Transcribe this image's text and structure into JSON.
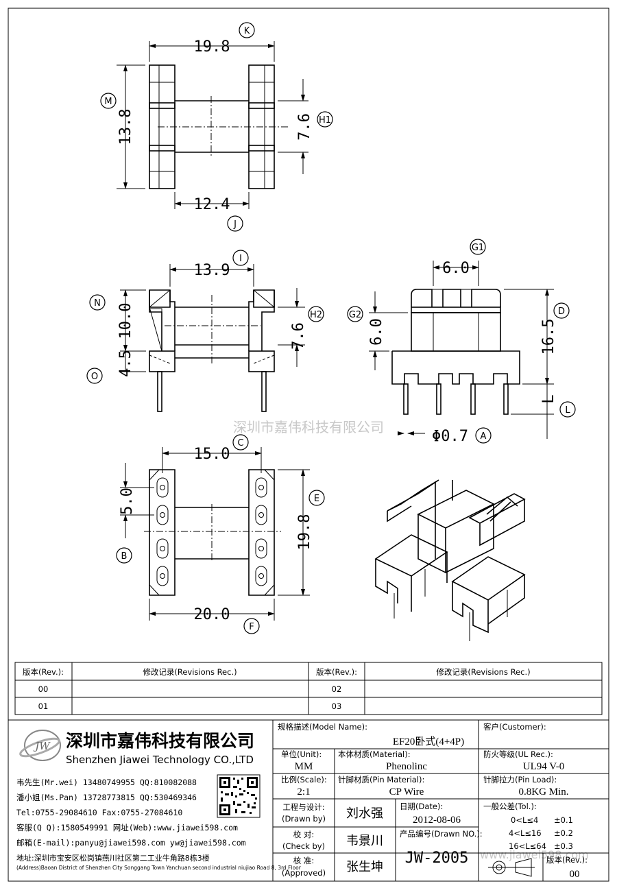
{
  "dimensions": {
    "top_width": "19.8",
    "top_height": "13.8",
    "top_slot": "7.6",
    "top_gap": "12.4",
    "front_width": "13.9",
    "front_upper": "10.0",
    "front_lower": "4.5",
    "front_slot": "7.6",
    "side_width": "6.0",
    "side_height": "6.0",
    "side_total": "16.5",
    "side_pin_len": "L",
    "pin_dia": "Φ0.7",
    "bottom_width": "15.0",
    "bottom_pitch": "5.0",
    "bottom_height": "19.8",
    "bottom_total": "20.0"
  },
  "tags": {
    "K": "K",
    "M": "M",
    "H1": "H1",
    "J": "J",
    "I": "I",
    "N": "N",
    "H2": "H2",
    "O": "O",
    "G1": "G1",
    "G2": "G2",
    "D": "D",
    "L": "L",
    "A": "A",
    "C": "C",
    "E": "E",
    "B": "B",
    "F": "F"
  },
  "watermark": {
    "center": "深圳市嘉伟科技有限公司",
    "corner": "www.jiawei598.com"
  },
  "revisions": {
    "col_rev": "版本(Rev.):",
    "col_rec": "修改记录(Revisions Rec.)",
    "col_rev2": "版本(Rev.):",
    "col_rec2": "修改记录(Revisions Rec.)",
    "rows": [
      {
        "left": "00",
        "right": "02"
      },
      {
        "left": "01",
        "right": "03"
      }
    ]
  },
  "company": {
    "logo": "JW",
    "name_cn": "深圳市嘉伟科技有限公司",
    "name_en": "Shenzhen Jiawei Technology CO.,LTD",
    "contacts": [
      "韦先生(Mr.wei) 13480749955 QQ:810082088",
      "潘小姐(Ms.Pan) 13728773815 QQ:530469346",
      "Tel:0755-29084610    Fax:0755-27084610",
      "客服(Q Q):1580549991    网址(Web):www.jiawei598.com",
      "邮箱(E-mail):panyu@jiawei598.com  yw@jiawei598.com"
    ],
    "address": "地址:深圳市宝安区松岗镇燕川社区第二工业牛角路8栋3楼",
    "address_en": "(Address)Baoan District of Shenzhen City Songgang Town Yanchuan  second industrial niujiao Road 8, 3rd Floor"
  },
  "titleblock": {
    "model_label": "规格描述(Model Name):",
    "model_value": "EF20卧式(4+4P)",
    "customer_label": "客户(Customer):",
    "customer_value": "",
    "unit_label": "单位(Unit):",
    "unit_value": "MM",
    "material_label": "本体材质(Material):",
    "material_value": "Phenolinc",
    "ul_label": "防火等级(UL Rec.):",
    "ul_value": "UL94 V-0",
    "scale_label": "比例(Scale):",
    "scale_value": "2:1",
    "pin_material_label": "针脚材质(Pin Material):",
    "pin_material_value": "CP Wire",
    "pin_load_label": "针脚拉力(Pin Load):",
    "pin_load_value": "0.8KG Min.",
    "drawn_label": "工程与设计:",
    "drawn_label_en": "(Drawn by)",
    "drawn_value": "刘水强",
    "date_label": "日期(Date):",
    "date_value": "2012-08-06",
    "tol_label": "一般公差(Tol.):",
    "tol_rows": [
      {
        "range": "0<L≤4",
        "tol": "±0.1"
      },
      {
        "range": "4<L≤16",
        "tol": "±0.2"
      },
      {
        "range": "16<L≤64",
        "tol": "±0.3"
      }
    ],
    "check_label": "校  对:",
    "check_label_en": "(Check by)",
    "check_value": "韦景川",
    "drawn_no_label": "产品编号(Drawn NO.):",
    "drawn_no_value": "JW-2005",
    "approved_label": "核  准:",
    "approved_label_en": "(Approved)",
    "approved_value": "张生坤",
    "rev_label": "版本(Rev.):",
    "rev_value": "00"
  }
}
